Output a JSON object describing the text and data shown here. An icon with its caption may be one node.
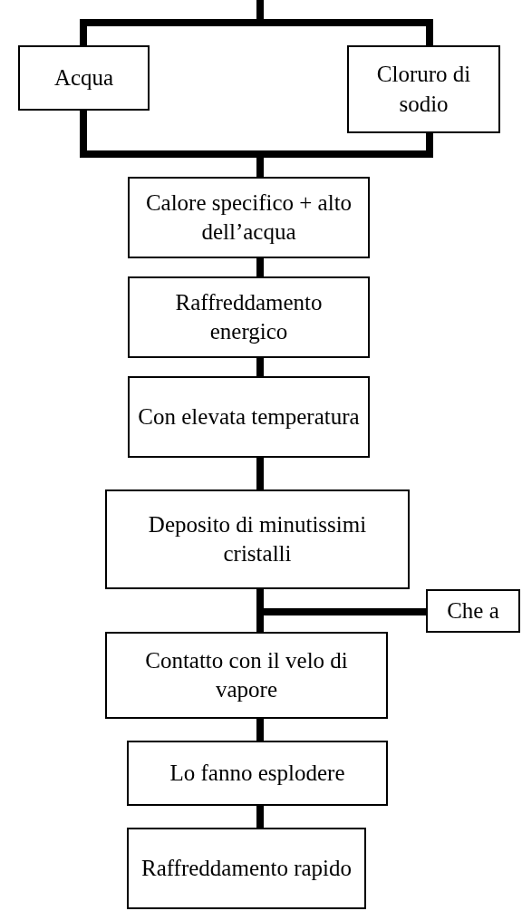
{
  "diagram": {
    "nodes": [
      {
        "text": [
          "Acqua"
        ]
      },
      {
        "text": [
          "Cloruro di sodio"
        ]
      },
      {
        "text": [
          "Calore specifico + alto dell’acqua"
        ]
      },
      {
        "text": [
          "Raffreddamento energico"
        ]
      },
      {
        "text": [
          "Con elevata temperatura"
        ]
      },
      {
        "text": [
          "Deposito di minutissimi cristalli"
        ]
      },
      {
        "text": [
          "Che a"
        ]
      },
      {
        "text": [
          "Contatto con il velo di vapore"
        ]
      },
      {
        "text": [
          "Lo fanno esplodere"
        ]
      },
      {
        "text": [
          "Raffreddamento rapido"
        ]
      }
    ],
    "edges": [
      {
        "from": null,
        "to": 0,
        "arrow": "none"
      },
      {
        "from": null,
        "to": 1,
        "arrow": "none"
      },
      {
        "from": 0,
        "to": 2,
        "arrow": "none"
      },
      {
        "from": 1,
        "to": 2,
        "arrow": "none"
      },
      {
        "from": 2,
        "to": 3,
        "arrow": "none"
      },
      {
        "from": 3,
        "to": 4,
        "arrow": "none"
      },
      {
        "from": 4,
        "to": 5,
        "arrow": "none"
      },
      {
        "from": 5,
        "to": 6,
        "arrow": "none"
      },
      {
        "from": 5,
        "to": 7,
        "arrow": "none"
      },
      {
        "from": 7,
        "to": 8,
        "arrow": "none"
      },
      {
        "from": 8,
        "to": 9,
        "arrow": "none"
      }
    ]
  }
}
